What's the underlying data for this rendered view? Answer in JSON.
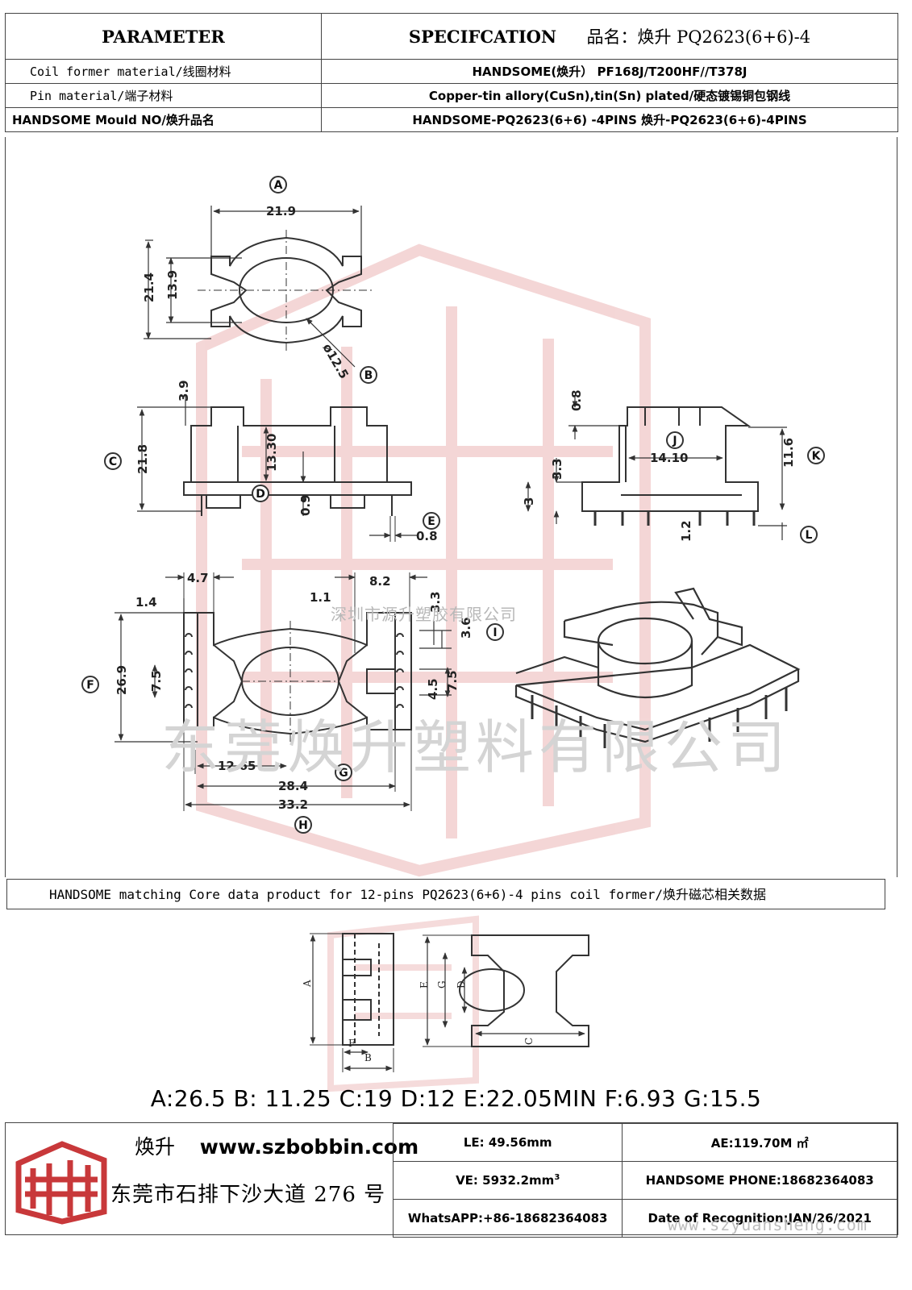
{
  "header": {
    "parameter": "PARAMETER",
    "specification": "SPECIFCATION",
    "product_name_cn": "品名：焕升 PQ2623(6+6)-4"
  },
  "rows": [
    {
      "label": "Coil former material/线圈材料",
      "value": "HANDSOME(焕升）   PF168J/T200HF//T378J"
    },
    {
      "label": "Pin material/端子材料",
      "value": "Copper-tin allory(CuSn),tin(Sn) plated/硬态镀锡铜包钢线"
    },
    {
      "label": "HANDSOME Mould NO/焕升品名",
      "value": "HANDSOME-PQ2623(6+6) -4PINS    焕升-PQ2623(6+6)-4PINS"
    }
  ],
  "drawing": {
    "labels": {
      "A": "A",
      "B": "B",
      "C": "C",
      "D": "D",
      "E": "E",
      "F": "F",
      "G": "G",
      "H": "H",
      "I": "I",
      "J": "J",
      "K": "K",
      "L": "L"
    },
    "dims": {
      "d21_9": "21.9",
      "d21_4": "21.4",
      "d13_9": "13.9",
      "d12_5": "ø12.5",
      "d3_9": "3.9",
      "d21_8": "21.8",
      "d13_30": "13.30",
      "d0_9": "0.9",
      "d0_8a": "0.8",
      "d0_8b": "0.8",
      "d3_3": "3.3",
      "d14_10": "14.10",
      "d11_6": "11.6",
      "d3": "3",
      "d1_2": "1.2",
      "d4_7": "4.7",
      "d8_2": "8.2",
      "d1_4": "1.4",
      "d1_1": "1.1",
      "d3_3b": "3.3",
      "d3_6": "3.6",
      "d7_5": "7.5",
      "d26_9": "26.9",
      "d4_5": "4.5",
      "d7_5b": "7.5",
      "d12_65": "12.65",
      "d28_4": "28.4",
      "d33_2": "33.2"
    },
    "watermark_small": "深圳市源升塑胶有限公司",
    "watermark_large": "东莞焕升塑料有限公司"
  },
  "matching": {
    "caption": "HANDSOME matching Core data  product for 12-pins PQ2623(6+6)-4 pins coil former/焕升磁芯相关数据",
    "core_labels": {
      "A": "A",
      "B": "B",
      "C": "C",
      "D": "D",
      "E": "E",
      "F": "F",
      "G": "G"
    },
    "core_dims": "A:26.5 B: 11.25 C:19 D:12 E:22.05MIN F:6.93 G:15.5"
  },
  "footer": {
    "brand_cn": "焕升",
    "website": "www.szbobbin.com",
    "address": "东莞市石排下沙大道 276 号",
    "le": "LE: 49.56mm",
    "ae": "AE:119.70M ㎡",
    "ve": "VE: 5932.2mm",
    "ve_sup": "3",
    "phone": "HANDSOME PHONE:18682364083",
    "whatsapp": "WhatsAPP:+86-18682364083",
    "date": "Date of Recognition:JAN/26/2021",
    "url_watermark": "www.szyuansheng.com"
  },
  "colors": {
    "line": "#333333",
    "border": "#444444",
    "logo_red": "#c8383a",
    "watermark": "#e7a6a6"
  }
}
